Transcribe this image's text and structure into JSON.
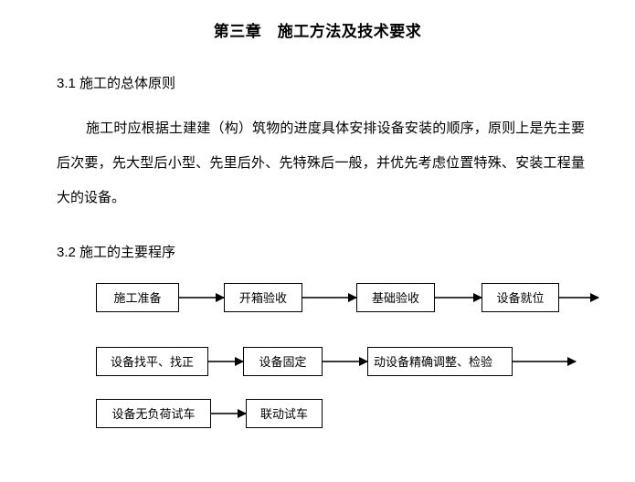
{
  "document": {
    "title": "第三章　施工方法及技术要求",
    "sections": [
      {
        "heading": "3.1 施工的总体原则",
        "paragraph": "施工时应根据土建建（构）筑物的进度具体安排设备安装的顺序，原则上是先主要后次要，先大型后小型、先里后外、先特殊后一般，并优先考虑位置特殊、安装工程量大的设备。"
      },
      {
        "heading": "3.2 施工的主要程序"
      }
    ]
  },
  "flowchart": {
    "rows": [
      {
        "boxes": [
          {
            "label": "施工准备"
          },
          {
            "label": "开箱验收"
          },
          {
            "label": "基础验收"
          },
          {
            "label": "设备就位"
          }
        ]
      },
      {
        "boxes": [
          {
            "label": "设备找平、找正"
          },
          {
            "label": "设备固定"
          },
          {
            "label": "动设备精确调整、检验"
          }
        ]
      },
      {
        "boxes": [
          {
            "label": "设备无负荷试车"
          },
          {
            "label": "联动试车"
          }
        ]
      }
    ]
  }
}
